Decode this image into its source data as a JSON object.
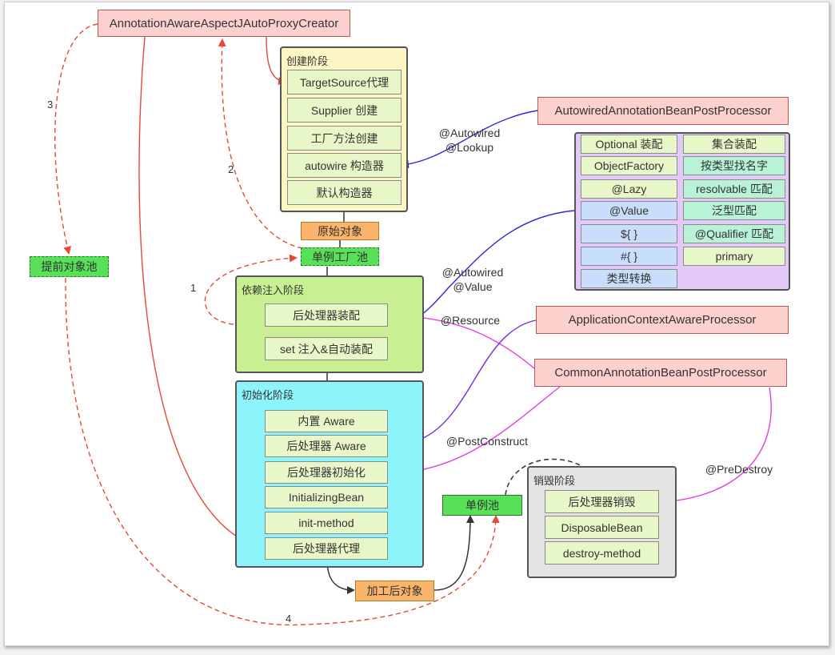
{
  "top_node": "AnnotationAwareAspectJAutoProxyCreator",
  "create_phase": {
    "title": "创建阶段",
    "steps": [
      "TargetSource代理",
      "Supplier 创建",
      "工厂方法创建",
      "autowire 构造器",
      "默认构造器"
    ]
  },
  "raw_object": "原始对象",
  "singleton_factory_pool": "单例工厂池",
  "early_object_pool": "提前对象池",
  "di_phase": {
    "title": "依赖注入阶段",
    "steps": [
      "后处理器装配",
      "set 注入&自动装配"
    ]
  },
  "init_phase": {
    "title": "初始化阶段",
    "steps": [
      "内置 Aware",
      "后处理器 Aware",
      "后处理器初始化",
      "InitializingBean",
      "init-method",
      "后处理器代理"
    ]
  },
  "processed_object": "加工后对象",
  "singleton_pool": "单例池",
  "destroy_phase": {
    "title": "销毁阶段",
    "steps": [
      "后处理器销毁",
      "DisposableBean",
      "destroy-method"
    ]
  },
  "processors": {
    "autowired": "AutowiredAnnotationBeanPostProcessor",
    "app_context": "ApplicationContextAwareProcessor",
    "common": "CommonAnnotationBeanPostProcessor"
  },
  "resolve_grid": {
    "left": [
      "Optional 装配",
      "ObjectFactory",
      "@Lazy",
      "@Value",
      "${ }",
      "#{ }",
      "类型转换"
    ],
    "right": [
      "集合装配",
      "按类型找名字",
      "resolvable 匹配",
      "泛型匹配",
      "@Qualifier 匹配",
      "primary"
    ]
  },
  "edge_labels": {
    "autowired_lookup": [
      "@Autowired",
      "@Lookup"
    ],
    "autowired_value": [
      "@Autowired",
      "@Value"
    ],
    "resource": "@Resource",
    "post_construct": "@PostConstruct",
    "pre_destroy": "@PreDestroy"
  },
  "step_numbers": [
    "1",
    "2",
    "3",
    "4"
  ],
  "colors": {
    "red_line": "#e8473a",
    "blue_line": "#2b2bd6",
    "magenta_line": "#e23ee2",
    "purple_line": "#7a2ad8",
    "create_bg": "#fdf6c4",
    "di_bg": "#c8ef92",
    "init_bg": "#8ef4fb",
    "destroy_bg": "#e4e4e4",
    "grid_bg": "#e3c9f8",
    "grid_left_cell": "#c8defa",
    "grid_right_cell": "#b8f3d8"
  }
}
